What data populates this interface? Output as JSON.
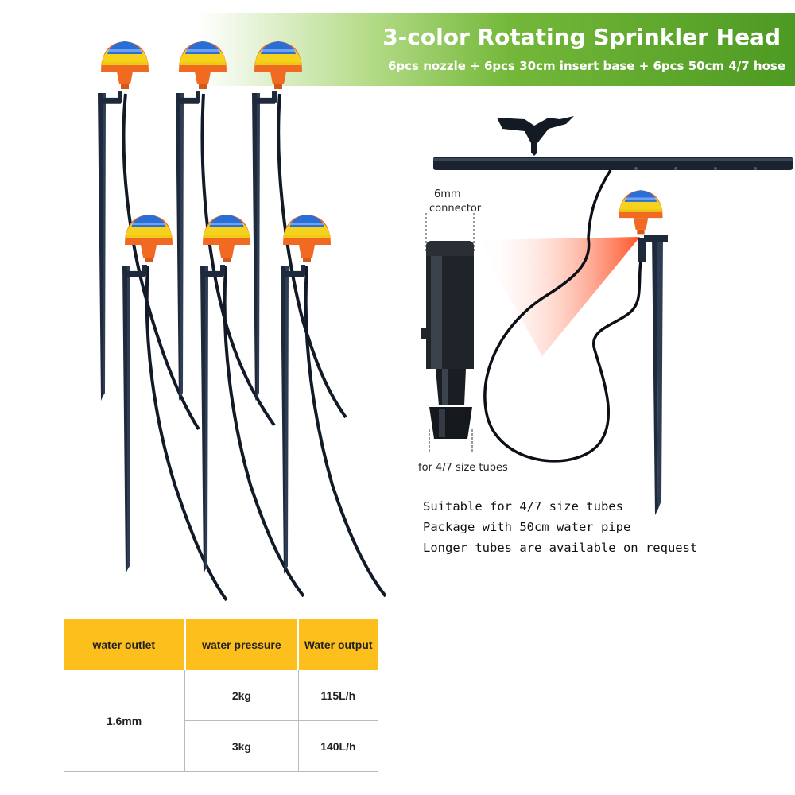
{
  "banner": {
    "title": "3-color Rotating Sprinkler Head",
    "subtitle": "6pcs nozzle + 6pcs 30cm insert base + 6pcs 50cm 4/7 hose"
  },
  "diagram": {
    "connector_label": "6mm\nconnector",
    "connector_label_line1": "6mm",
    "connector_label_line2": "connector",
    "tube_label": "for 4/7 size tubes"
  },
  "info_lines": [
    "Suitable for 4/7 size tubes",
    "Package with 50cm water pipe",
    "Longer tubes are available on request"
  ],
  "spec_table": {
    "headers": [
      "water outlet",
      "water pressure",
      "Water output"
    ],
    "outlet": "1.6mm",
    "rows": [
      {
        "pressure": "2kg",
        "output": "115L/h"
      },
      {
        "pressure": "3kg",
        "output": "140L/h"
      }
    ]
  },
  "colors": {
    "banner_green": "#4d9a22",
    "table_header": "#fdbf1b",
    "nozzle_blue": "#2a6fd6",
    "nozzle_yellow": "#f6d21c",
    "nozzle_orange": "#f06a22",
    "stake": "#1e2a3c"
  }
}
